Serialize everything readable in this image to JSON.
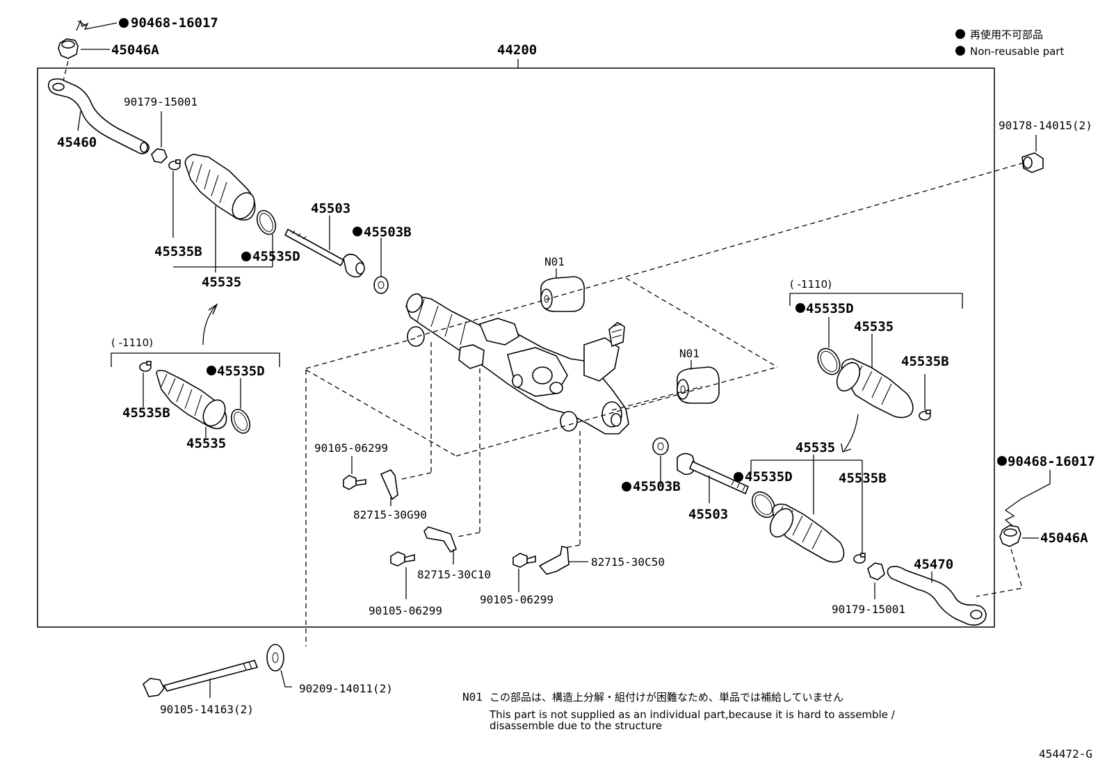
{
  "legend": {
    "jp": "再使用不可部品",
    "en": "Non-reusable part"
  },
  "assembly_number": "44200",
  "diagram_code": "454472-G",
  "note": {
    "code": "N01",
    "jp": "この部品は、構造上分解・組付けが困難なため、単品では補給していません",
    "en_line1": "This part is not supplied as an individual part,because it is hard to assemble /",
    "en_line2": "disassemble due to the structure"
  },
  "labels": {
    "clip_top": "90468-16017",
    "nut_top": "45046A",
    "end_left": "45460",
    "nut_left": "90179-15001",
    "clamp_left_b": "45535B",
    "boot_left": "45535",
    "clamp_left_d": "45535D",
    "rod_left": "45503",
    "washer_left": "45503B",
    "range_left": "(      -1110)",
    "alt_clamp_d_left": "45535D",
    "alt_clamp_b_left": "45535B",
    "alt_boot_left": "45535",
    "n01_top": "N01",
    "n01_mid": "N01",
    "grommet_right": "90178-14015(2)",
    "bolt_bracket_1": "90105-06299",
    "bracket_1": "82715-30G90",
    "bracket_2": "82715-30C10",
    "bolt_bracket_2": "90105-06299",
    "bracket_3": "82715-30C50",
    "bolt_bracket_3": "90105-06299",
    "range_right": "(      -1110)",
    "alt_clamp_d_right": "45535D",
    "alt_boot_right": "45535",
    "alt_clamp_b_right": "45535B",
    "washer_right": "45503B",
    "boot_right": "45535",
    "clamp_right_d": "45535D",
    "clamp_right_b": "45535B",
    "rod_right": "45503",
    "clip_right": "90468-16017",
    "nut_right": "45046A",
    "end_right": "45470",
    "nut_right_2": "90179-15001",
    "long_bolt": "90105-14163(2)",
    "washer_bottom": "90209-14011(2)"
  }
}
